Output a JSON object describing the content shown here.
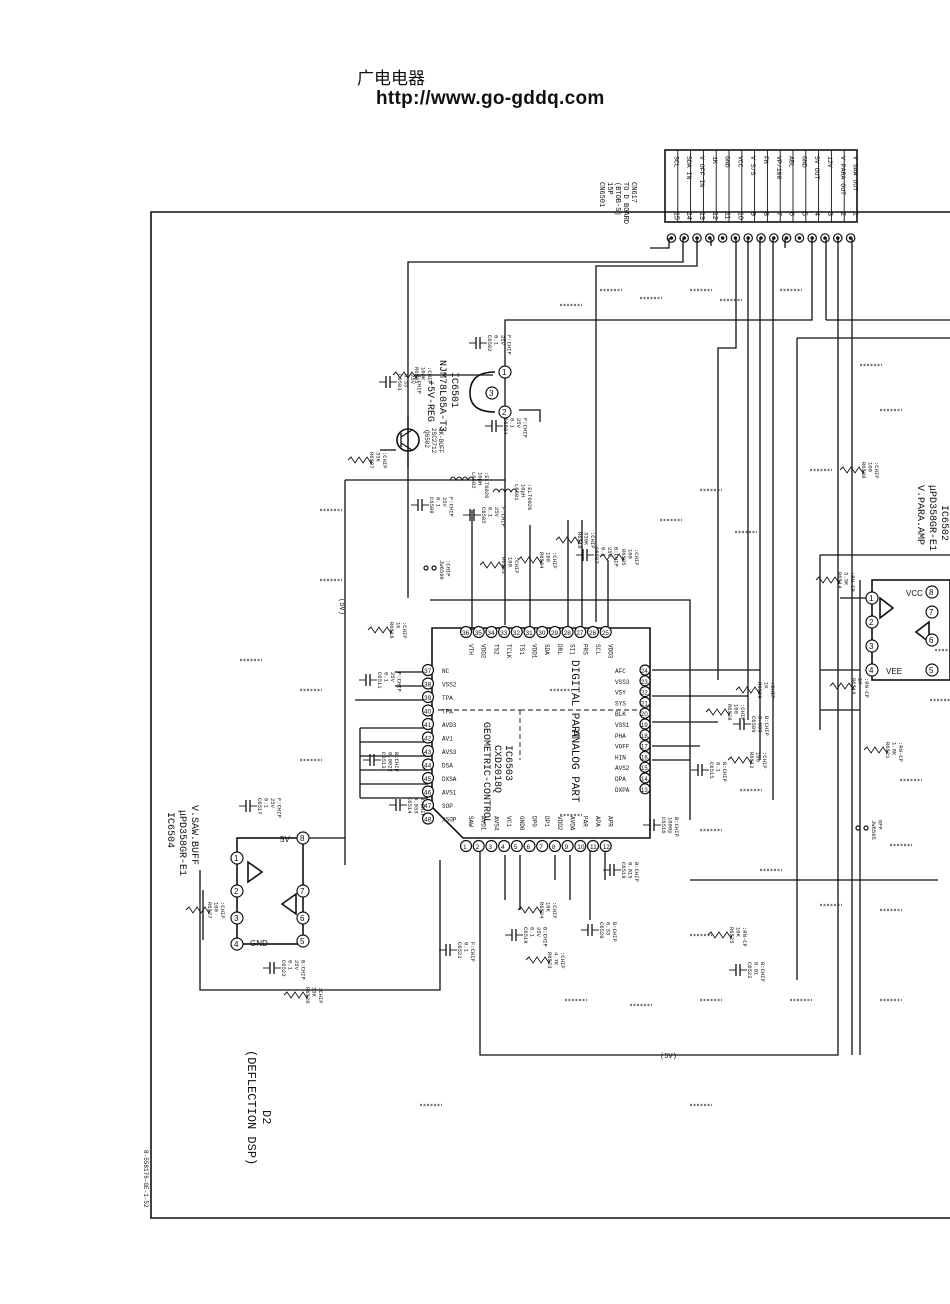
{
  "header": {
    "brand": "广电电器",
    "url": "http://www.go-gddq.com"
  },
  "connector": {
    "ref": "CN6501",
    "lines": [
      "15P",
      "(BTOB-S)",
      "TO D BOARD",
      "CN617"
    ],
    "pins": [
      {
        "num": "15",
        "signal": "SCL"
      },
      {
        "num": "14",
        "signal": "SDA IN"
      },
      {
        "num": "13",
        "signal": "V OFF IN"
      },
      {
        "num": "12",
        "signal": "1K"
      },
      {
        "num": "11",
        "signal": "GND"
      },
      {
        "num": "10",
        "signal": "VCC"
      },
      {
        "num": "9",
        "signal": "V S/S"
      },
      {
        "num": "8",
        "signal": "FH"
      },
      {
        "num": "7",
        "signal": "VP/100"
      },
      {
        "num": "6",
        "signal": "ABL"
      },
      {
        "num": "5",
        "signal": "GND"
      },
      {
        "num": "4",
        "signal": "5V OUT"
      },
      {
        "num": "3",
        "signal": "12V"
      },
      {
        "num": "2",
        "signal": "V PARA OUT"
      },
      {
        "num": "1",
        "signal": "V SAW OUT"
      }
    ]
  },
  "ic6503": {
    "ref": "IC6503",
    "part": "CXD2018Q",
    "function": "GEOMETRIC-CONTROL",
    "section_digital": "DIGITAL PART",
    "section_analog": "ANALOG PART",
    "top_pins": [
      "36",
      "35",
      "34",
      "33",
      "32",
      "31",
      "30",
      "29",
      "28",
      "27",
      "26",
      "25"
    ],
    "top_labels": [
      "VTH",
      "VDD2",
      "TS2",
      "TCLK",
      "TS1",
      "VDD1",
      "SDA",
      "DRL",
      "SI1",
      "PRS",
      "SCL",
      "VDD3"
    ],
    "left_pins": [
      "37",
      "38",
      "39",
      "40",
      "41",
      "42",
      "43",
      "44",
      "45",
      "46",
      "47",
      "48"
    ],
    "left_labels": [
      "NC",
      "VSS2",
      "TPA",
      "TPA",
      "AVD3",
      "AV1",
      "AVS3",
      "DSA",
      "DXSA",
      "AVS1",
      "SOP",
      "XSOP"
    ],
    "right_pins": [
      "24",
      "23",
      "22",
      "21",
      "20",
      "19",
      "18",
      "17",
      "16",
      "15",
      "14",
      "13"
    ],
    "right_labels": [
      "AFC",
      "VSS3",
      "VSY",
      "SYS",
      "BLK",
      "VSS1",
      "PHA",
      "VOFF",
      "HIN",
      "AVS2",
      "DPA",
      "DXPA"
    ],
    "bottom_pins": [
      "1",
      "2",
      "3",
      "4",
      "5",
      "6",
      "7",
      "8",
      "9",
      "10",
      "11",
      "12"
    ],
    "bottom_labels": [
      "SAW",
      "AVD1",
      "AVS4",
      "VC1",
      "GND0",
      "DP0",
      "DP1",
      "VDD2",
      "AVDA",
      "PAR",
      "APA",
      "APR"
    ]
  },
  "ic6501": {
    "ref": "IC6501",
    "part": "NJM78L05A-T3",
    "function": "+5V-REG"
  },
  "ic6502": {
    "ref": "IC6502",
    "part": "μPD358GR-E1",
    "function": "V.PARA.AMP",
    "labels": [
      "VCC",
      "VEE"
    ]
  },
  "ic6504": {
    "ref": "IC6504",
    "part": "μPD358GR-E1",
    "function": "V.SAW.BUFF",
    "labels": [
      "5V",
      "GND"
    ]
  },
  "q6502": {
    "ref": "Q6502",
    "part": "2SC2712",
    "function": "1K-BUFF"
  },
  "components": [
    {
      "ref": "C6502",
      "lines": [
        "0.1",
        "25V",
        "F:CHIP"
      ]
    },
    {
      "ref": "C6503",
      "lines": [
        "0.33",
        "25V",
        "B:CHIP"
      ]
    },
    {
      "ref": "R6501",
      "lines": [
        "100K",
        ":CHIP"
      ]
    },
    {
      "ref": "C6504",
      "lines": [
        "0.1",
        "25V",
        "F:CHIP"
      ]
    },
    {
      "ref": "R6507",
      "lines": [
        "33K",
        ":CHIP"
      ]
    },
    {
      "ref": "L6502",
      "lines": [
        "10μH",
        ":ELT6026"
      ]
    },
    {
      "ref": "L6501",
      "lines": [
        "10μH",
        ":ELT6026"
      ]
    },
    {
      "ref": "C6508",
      "lines": [
        "0.1",
        "25V",
        "F:CHIP"
      ]
    },
    {
      "ref": "C6505",
      "lines": [
        "0.1",
        "25V",
        "F:CHIP"
      ]
    },
    {
      "ref": "R6510",
      "lines": [
        "330K",
        ":CHIP"
      ]
    },
    {
      "ref": "C6507",
      "lines": [
        "0.1",
        "25V",
        "B:CHIP"
      ]
    },
    {
      "ref": "R6505",
      "lines": [
        "100",
        ":CHIP"
      ]
    },
    {
      "ref": "R6504",
      "lines": [
        "100",
        ":CHIP"
      ]
    },
    {
      "ref": "R6503",
      "lines": [
        "100",
        ":CHIP"
      ]
    },
    {
      "ref": "R6516",
      "lines": [
        "1K",
        ":CHIP"
      ]
    },
    {
      "ref": "C6511",
      "lines": [
        "0.1",
        "25V",
        "F:CHIP"
      ]
    },
    {
      "ref": "C6517",
      "lines": [
        "0.1",
        "25V",
        "F:CHIP"
      ]
    },
    {
      "ref": "R6527",
      "lines": [
        "100",
        ":CHIP"
      ]
    },
    {
      "ref": "C6523",
      "lines": [
        "0.1",
        "25V",
        "B:CHIP"
      ]
    },
    {
      "ref": "R6526",
      "lines": [
        "33K",
        ":CHIP"
      ]
    },
    {
      "ref": "C6521",
      "lines": [
        "0.1",
        "F:CHIP"
      ]
    },
    {
      "ref": "R6508",
      "lines": [
        "100",
        ":CHIP"
      ]
    },
    {
      "ref": "R6514",
      "lines": [
        "3.3K",
        ":RN-CP"
      ]
    },
    {
      "ref": "R6518",
      "lines": [
        "1K",
        ":RN-CP"
      ]
    },
    {
      "ref": "R6521",
      "lines": [
        "1.8K",
        ":RN-CP"
      ]
    },
    {
      "ref": "R6525",
      "lines": [
        "10K",
        ":RN-CP"
      ]
    },
    {
      "ref": "C6522",
      "lines": [
        "0.01",
        "B:CHIP"
      ]
    },
    {
      "ref": "C6509",
      "lines": [
        "0.033",
        "B:CHIP"
      ]
    },
    {
      "ref": "R6528",
      "lines": [
        "100",
        ":CHIP"
      ]
    },
    {
      "ref": "C6515",
      "lines": [
        "0.1",
        "B:CHIP"
      ]
    },
    {
      "ref": "C6516",
      "lines": [
        "1000p",
        "B:CHIP"
      ]
    },
    {
      "ref": "C6518",
      "lines": [
        "0.015",
        "B:CHIP"
      ]
    },
    {
      "ref": "C6519",
      "lines": [
        "0.1",
        "25V",
        "B:CHIP"
      ]
    },
    {
      "ref": "C6520",
      "lines": [
        "0.33",
        "B:CHIP"
      ]
    },
    {
      "ref": "R6523",
      "lines": [
        "4.7K",
        ":CHIP"
      ]
    },
    {
      "ref": "R6524",
      "lines": [
        "10K",
        ":CHIP"
      ]
    },
    {
      "ref": "C6514",
      "lines": [
        "0.033",
        "B:CHIP"
      ]
    },
    {
      "ref": "C6513",
      "lines": [
        "0.0022",
        "B:CHIP"
      ]
    },
    {
      "ref": "R6509",
      "lines": [
        "1K",
        ":CHIP"
      ]
    },
    {
      "ref": "R6512",
      "lines": [
        "100",
        ":CHIP"
      ]
    },
    {
      "ref": "JW6505",
      "lines": [
        "OFF"
      ]
    },
    {
      "ref": "JW6506",
      "lines": [
        ":CHIP"
      ]
    }
  ],
  "net_labels": [
    "(5V)",
    "(5V)"
  ],
  "board": {
    "name": "D2",
    "subtitle": "(DEFLECTION DSP)"
  },
  "doc_code": "8-558176-GE-1-52"
}
